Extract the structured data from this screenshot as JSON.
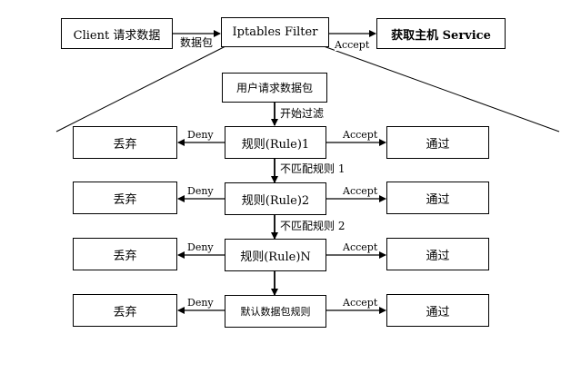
{
  "top": {
    "client": "Client 请求数据",
    "packet": "数据包",
    "filter": "Iptables Filter",
    "accept": "Accept",
    "service": "获取主机 Service"
  },
  "flow": {
    "packet_box": "用户请求数据包",
    "start_filter": "开始过滤",
    "rules": [
      {
        "name": "规则(Rule)1",
        "mismatch": "不匹配规则 1"
      },
      {
        "name": "规则(Rule)2",
        "mismatch": "不匹配规则 2"
      },
      {
        "name": "规则(Rule)N",
        "mismatch": ""
      },
      {
        "name": "默认数据包规则",
        "mismatch": ""
      }
    ],
    "deny": "Deny",
    "accept": "Accept",
    "drop": "丢弃",
    "pass": "通过"
  }
}
